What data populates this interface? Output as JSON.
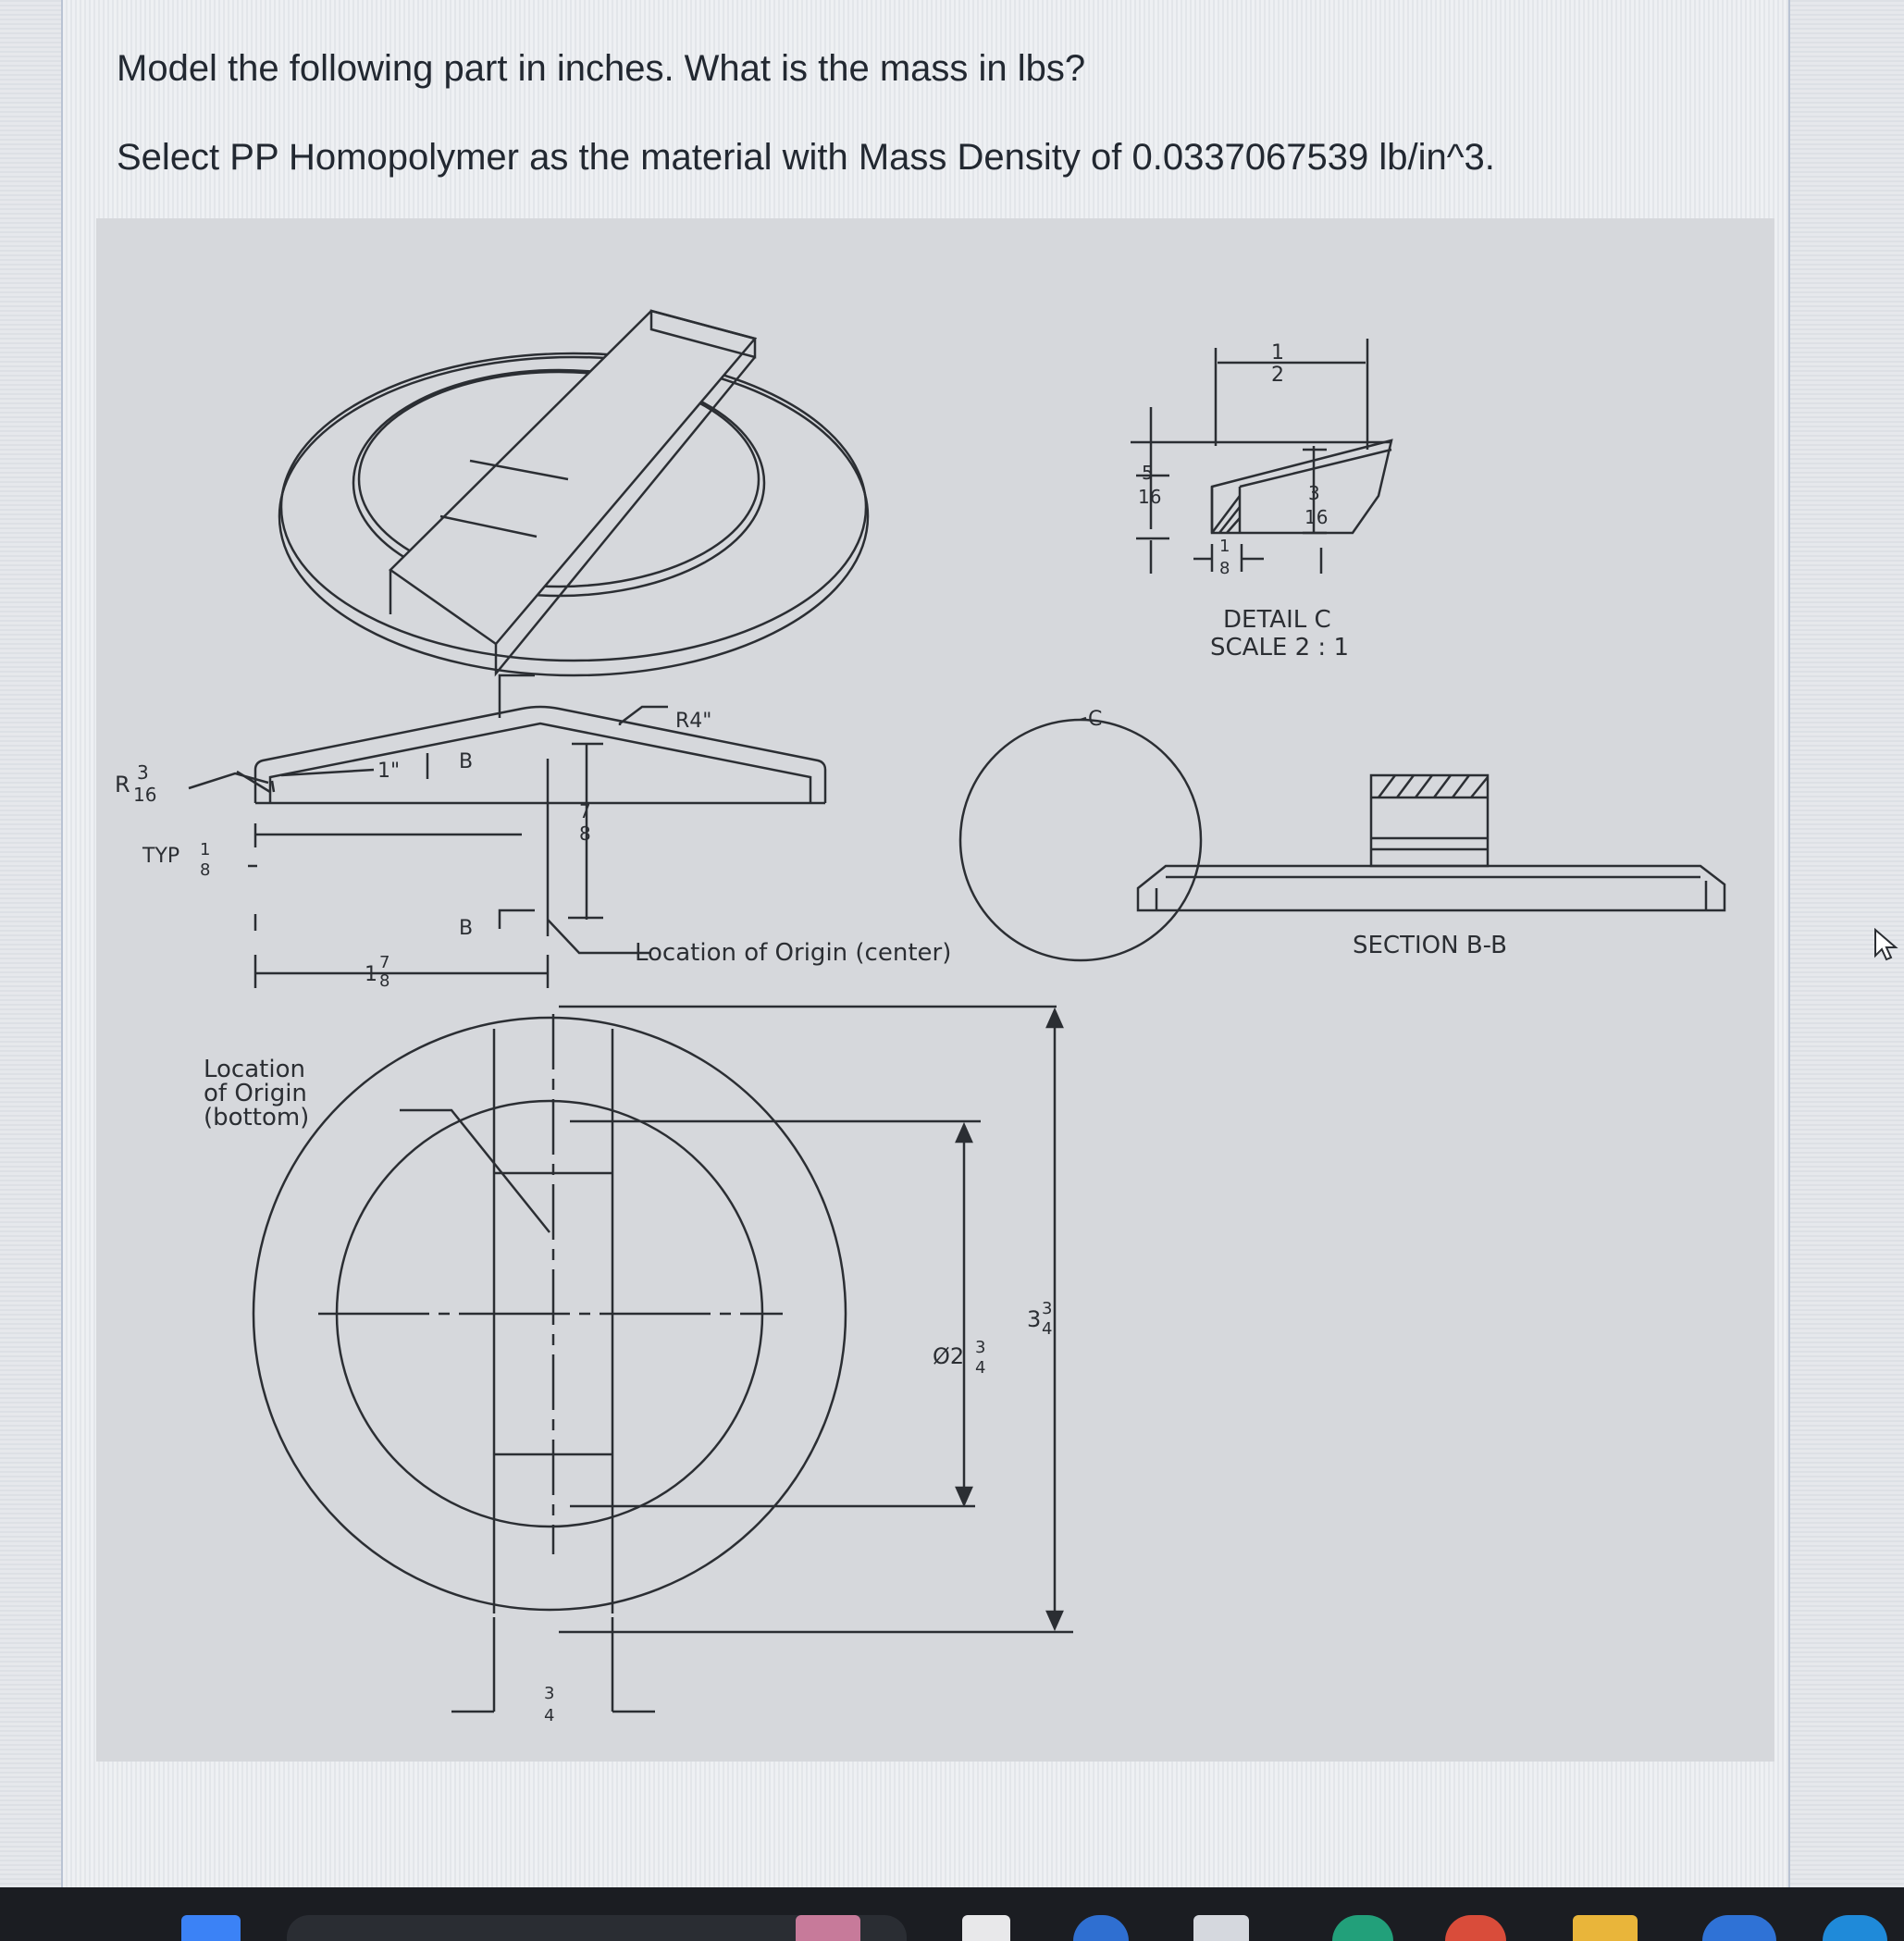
{
  "question": {
    "line1": "Model the following part in inches. What is the mass in lbs?",
    "line2": "Select PP Homopolymer as the material with Mass Density of 0.0337067539 lb/in^3."
  },
  "drawing": {
    "detail": {
      "title": "DETAIL C",
      "scale": "SCALE 2 : 1",
      "dim_half_num": "1",
      "dim_half_den": "2",
      "dim_5_16_num": "5",
      "dim_5_16_den": "16",
      "dim_3_16_num": "3",
      "dim_3_16_den": "16",
      "dim_1_8_num": "1",
      "dim_1_8_den": "8"
    },
    "front": {
      "r_prefix": "R",
      "r_num": "3",
      "r_den": "16",
      "typ": "TYP",
      "typ_num": "1",
      "typ_den": "8",
      "one_inch": "1\"",
      "section_mark_top": "B",
      "section_mark_bottom": "B",
      "r4": "R4\"",
      "h_num": "7",
      "h_den": "8",
      "w_whole": "1",
      "w_num": "7",
      "w_den": "8",
      "origin_center": "Location of Origin (center)",
      "detail_letter": "C"
    },
    "section_label": "SECTION B-B",
    "top": {
      "origin_bottom_1": "Location",
      "origin_bottom_2": "of Origin",
      "origin_bottom_3": "(bottom)",
      "dia_prefix": "Ø2",
      "dia_num": "3",
      "dia_den": "4",
      "outer_whole": "3",
      "outer_num": "3",
      "outer_den": "4",
      "handle_num": "3",
      "handle_den": "4"
    }
  },
  "colors": {
    "ink": "#2b2e33",
    "paper": "#d6d8dc",
    "page": "#eef0f3",
    "text": "#222831",
    "taskbar": "#1b1d22"
  },
  "taskbar": {
    "icons": [
      "start-icon",
      "search-box",
      "widgets-icon",
      "file-explorer-icon",
      "edge-icon",
      "store-icon",
      "chrome-icon",
      "mail-icon",
      "folder-icon",
      "cloud-icon"
    ]
  }
}
